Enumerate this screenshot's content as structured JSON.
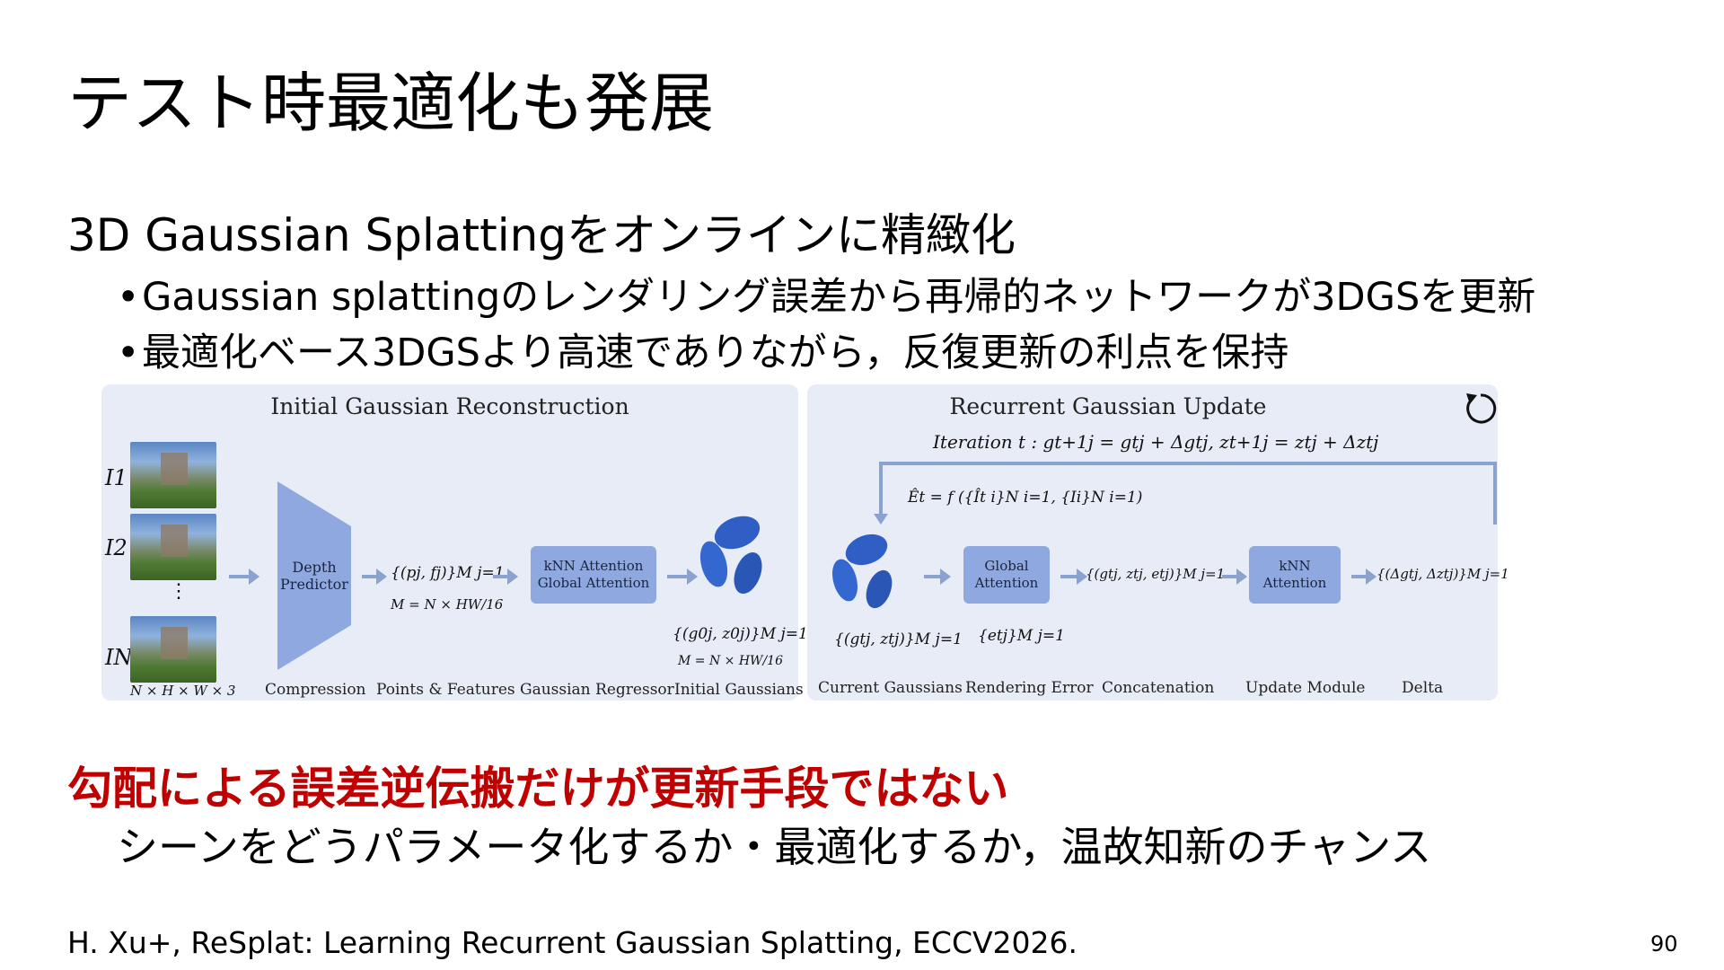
{
  "slide": {
    "title": "テスト時最適化も発展",
    "heading": "3D Gaussian Splattingをオンラインに精緻化",
    "bullets": [
      "Gaussian splattingのレンダリング誤差から再帰的ネットワークが3DGSを更新",
      "最適化ベース3DGSより高速でありながら，反復更新の利点を保持"
    ],
    "emphasis": "勾配による誤差逆伝搬だけが更新手段ではない",
    "subtext": "シーンをどうパラメータ化するか・最適化するか，温故知新のチャンス",
    "citation": "H. Xu+, ReSplat: Learning Recurrent Gaussian Splatting, ECCV2026.",
    "page_number": "90"
  },
  "figure": {
    "left_title": "Initial Gaussian Reconstruction",
    "right_title": "Recurrent Gaussian Update",
    "input_labels": [
      "I1",
      "I2",
      "IN"
    ],
    "depth_box": "Depth Predictor",
    "knn_box": "kNN Attention Global Attention",
    "global_box": "Global Attention",
    "update_box": "kNN Attention",
    "math_points": "{(pj, fj)}M j=1",
    "math_m": "M = N × HW/16",
    "math_initial": "{(g0j, z0j)}M j=1",
    "math_initial_m": "M = N × HW/16",
    "math_current": "{(gtj, ztj)}M j=1",
    "math_error": "{etj}M j=1",
    "math_concat": "{(gtj, ztj, etj)}M j=1",
    "math_delta": "{(Δgtj, Δztj)}M j=1",
    "math_iteration": "Iteration t :   gt+1j = gtj + Δgtj,   zt+1j = ztj + Δztj",
    "math_render": "Êt = f ({Ît i}N i=1, {Ii}N i=1)",
    "input_shape": "N × H × W × 3",
    "captions": [
      "Compression",
      "Points & Features",
      "Gaussian Regressor",
      "Initial Gaussians",
      "Current Gaussians",
      "Rendering Error",
      "Concatenation",
      "Update Module",
      "Delta"
    ],
    "colors": {
      "panel_bg": "#e8ecf7",
      "box": "#8fa9e0",
      "gaussian": "#2f5fc4",
      "arrow": "#8aa2cf"
    }
  }
}
